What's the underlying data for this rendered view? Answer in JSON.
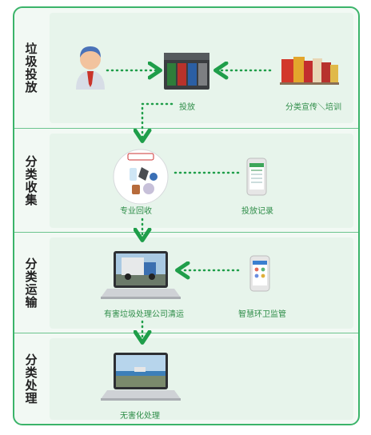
{
  "stages": [
    {
      "label": "垃圾投放"
    },
    {
      "label": "分类收集"
    },
    {
      "label": "分类运输"
    },
    {
      "label": "分类处理"
    }
  ],
  "captions": {
    "dispose": "投放",
    "publicity": "分类宣传＼培训",
    "professional_recycling": "专业回收",
    "disposal_records": "投放记录",
    "hazardous_transport": "有害垃圾处理公司清运",
    "smart_supervision": "智慧环卫监管",
    "harmless_treatment": "无害化处理"
  },
  "colors": {
    "frame": "#3bb46a",
    "arrow": "#1f9e4a",
    "caption": "#2e8d48"
  },
  "icons": [
    "person-icon",
    "sorting-bin-icon",
    "publicity-books-icon",
    "recycling-items-icon",
    "smartphone-icon",
    "garbage-truck-laptop-icon",
    "landscape-laptop-icon"
  ]
}
